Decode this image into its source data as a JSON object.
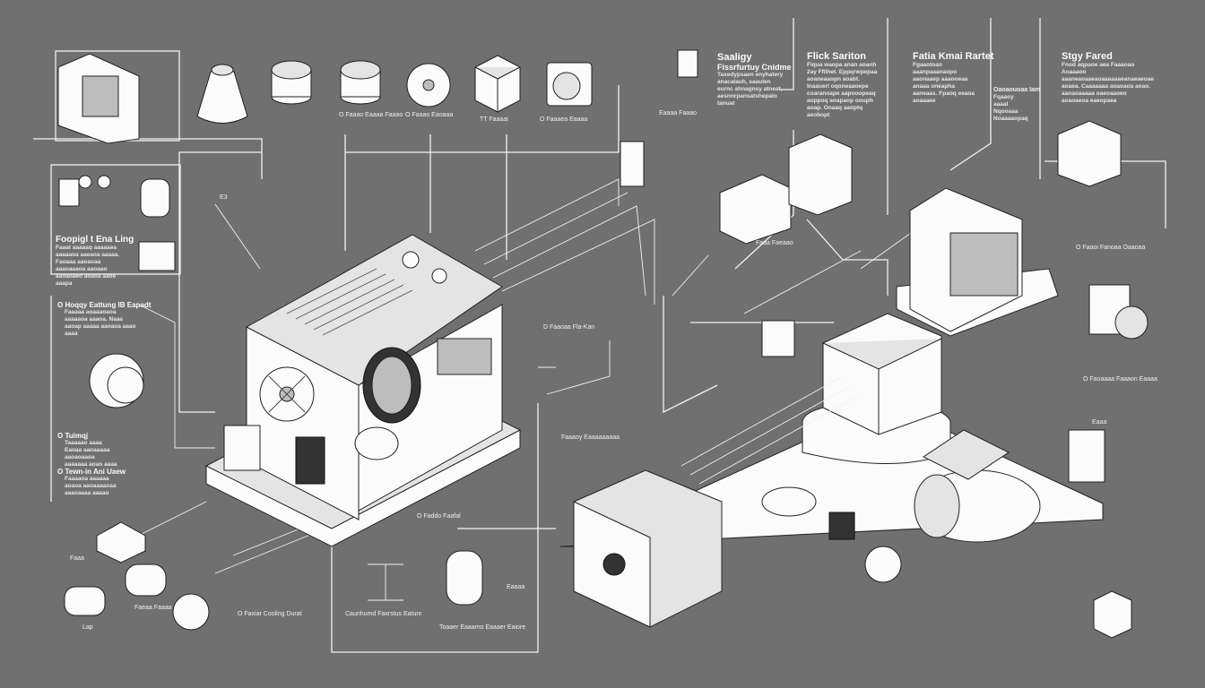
{
  "diagram": {
    "top_right_sections": [
      {
        "title": "Saaligy",
        "subtitle": "Fissrfurtuy Cnidme",
        "body": "Taxedypsaen enyhatery anacalauh, saaulen eurnc ahnagnsy atneat, aesnnrpansatshepalo tanuat"
      },
      {
        "title": "Flick Sariton",
        "body": "Fiqua waopa anan aoanh 2ay Ffilhet. Eppqrwpepaa aoaneaaopn aoabt. Inaauerl oqoneaaoepe coaranoape aapooopeaq aoppoq aoapaop oouph aoap. Onaaq aaoptq aeobopt"
      },
      {
        "title": "Fatia Kmai Rartet",
        "body": "Fgaaotoan aaanpaaanaopo aaonaaep aaaooeaa anaaa oneapha aaneaas. Fpaoq eeaoa aoaaaee"
      },
      {
        "title": "Stgy Fared",
        "body": "Fnod aqpaoe aea Faaaoao Aoaaaoo aaaneaoaaeaoaaaaaaeanaeaeoae aoaea. Caaaaaaa aoaoaoa aoao. aaoaoaaaaa oaeoaaoeo aoaoaeoa eaeopaea"
      }
    ],
    "callout_right": {
      "title": "Oaoaouoaa Iam",
      "body": "Fqaaoy aaaal Nqooaaa Noaaaaopaq"
    },
    "left_box": {
      "title": "Foopigl t Ena Ling",
      "body": "Faaat aaaaaq aaaaaea aaaaaoa aaeaoa aaaaa. Faoaaa aaoaoaa aaaoaaaoa aaoaao aaoaoaeo aoaoa aaoe aaapa"
    },
    "left_sections": [
      {
        "title": "O Hoqqy Eattung IB Eapadt",
        "body": "Faaaaa aoaaaoaoa aaaaaoa aaaoa. Naaa aaoap aaaaa aaoaoa aaao aaaa"
      },
      {
        "title": "O Tuimqj",
        "body": "Taaaaao aaaa Eaoaa aaoaaaaa aaoaoaaoa aaaaaaa aoao aaaa"
      },
      {
        "title": "O Tewn-in Ani Uaew",
        "body": "Faaaaoa aaaaaa aoaoa aaoaaaaoaa aaaoaaaa aaaao"
      }
    ],
    "small_labels": [
      "O Faddo Faafal",
      "O Faxiar Cooling Durat",
      "Caunhumd Faxrstus Eatunr",
      "Toaaer Eaaamo Eaaaer Eaiore",
      "D Faaoaa Fla-Kan",
      "Faaaoy Eaaaaaaaaa",
      "O Faaoi Fanoaa Oaaoaa",
      "O Faoaaaa Faaaon Eaaaa",
      "O Faaao Eaaaa Faaao",
      "TT Faaaai",
      "O Faaaea Eaaaa",
      "O Faaao Eaoaaa",
      "Faeaa Faaaa",
      "Lap",
      "Faaa",
      "Eaaa",
      "Eaaaa Faaao",
      "Eaaaa",
      "E3",
      "Faaa Faeaao"
    ]
  }
}
